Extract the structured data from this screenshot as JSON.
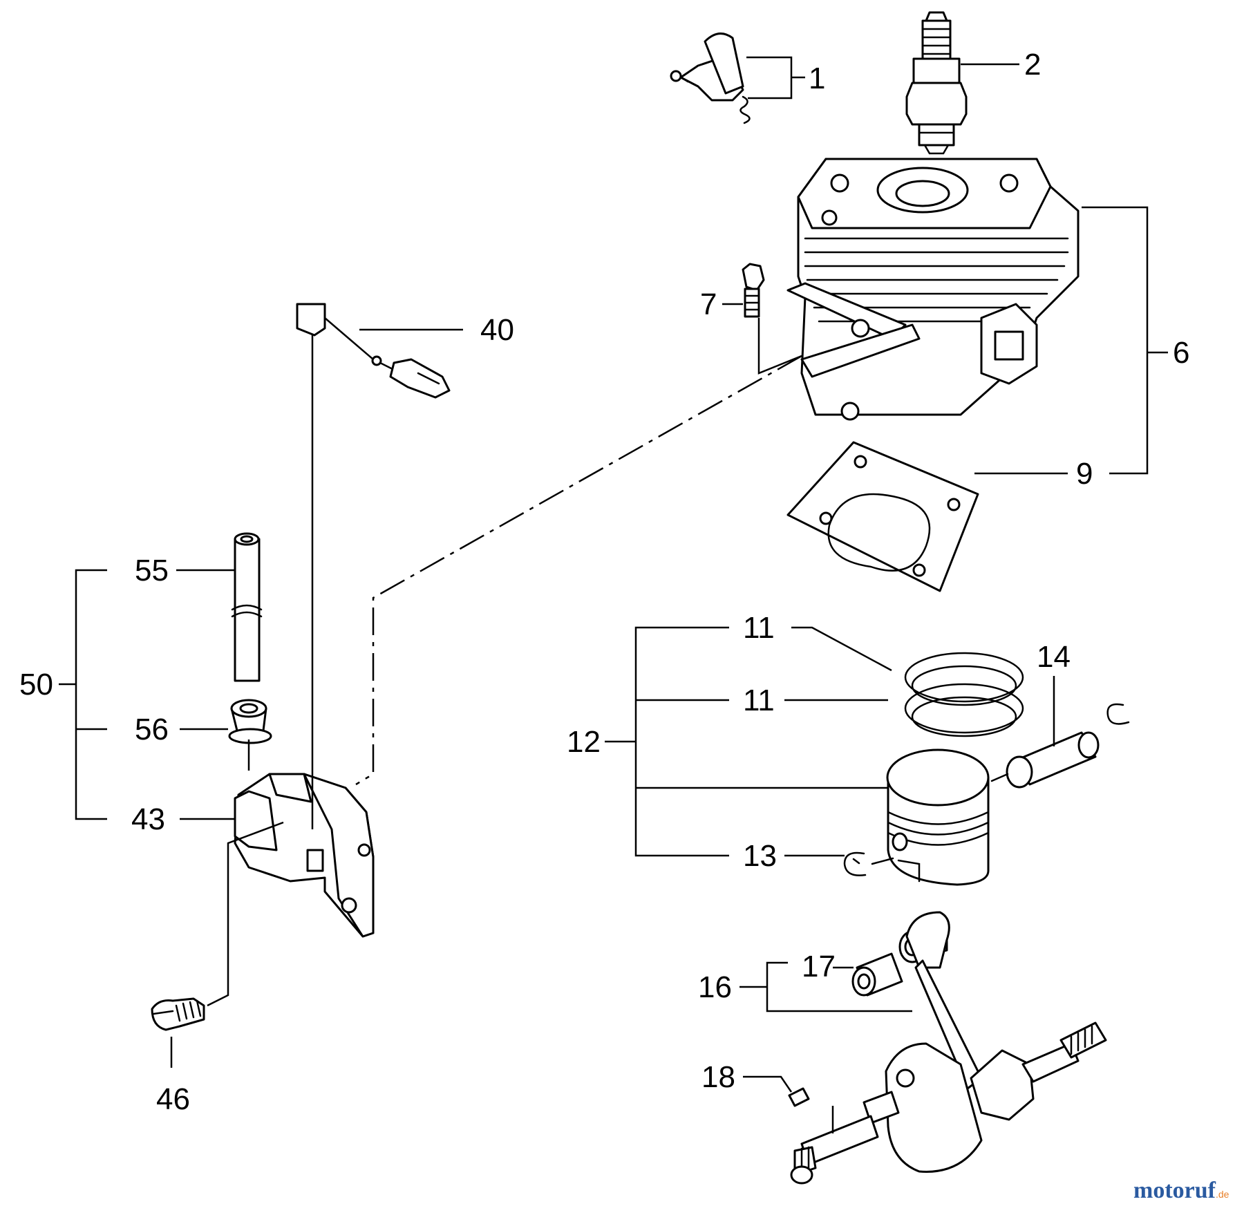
{
  "labels": {
    "p1": "1",
    "p2": "2",
    "p6": "6",
    "p7": "7",
    "p9": "9",
    "p11a": "11",
    "p11b": "11",
    "p12": "12",
    "p13": "13",
    "p14": "14",
    "p16": "16",
    "p17": "17",
    "p18": "18",
    "p40": "40",
    "p43": "43",
    "p46": "46",
    "p50": "50",
    "p55": "55",
    "p56": "56"
  },
  "watermark": {
    "brand": "motoruf",
    "tld": ".de"
  },
  "colors": {
    "brand_blue": "#2a5aa0",
    "brand_orange": "#e8802a"
  }
}
